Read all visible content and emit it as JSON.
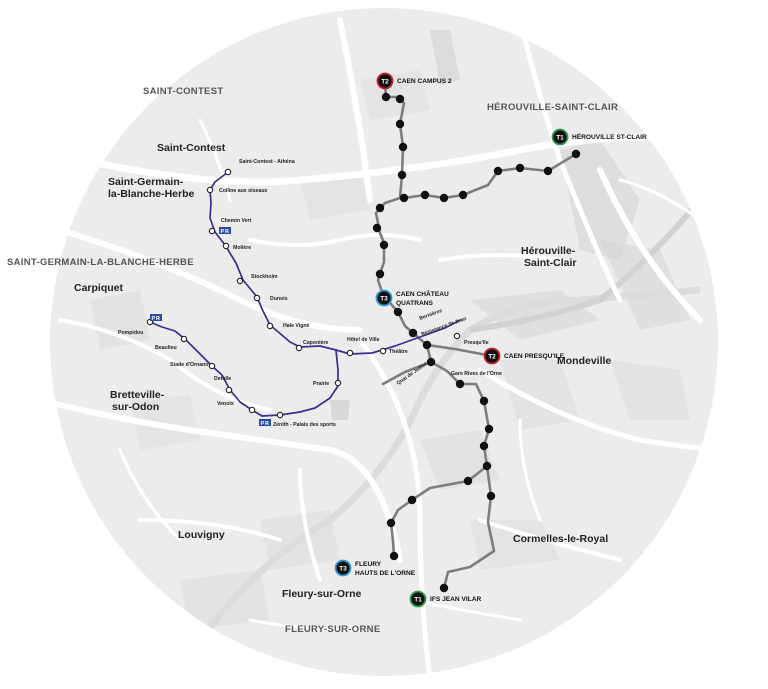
{
  "area_labels": {
    "saint_contest": "SAINT-CONTEST",
    "herouville": "HÉROUVILLE-SAINT-CLAIR",
    "saint_germain": "SAINT-GERMAIN-LA-BLANCHE-HERBE",
    "fleury": "FLEURY-SUR-ORNE"
  },
  "town_labels": {
    "saint_contest": "Saint-Contest",
    "saint_germain_1": "Saint-Germain-",
    "saint_germain_2": "la-Blanche-Herbe",
    "carpiquet": "Carpiquet",
    "bretteville_1": "Bretteville-",
    "bretteville_2": "sur-Odon",
    "louvigny": "Louvigny",
    "fleury": "Fleury-sur-Orne",
    "cormelles": "Cormelles-le-Royal",
    "mondeville": "Mondeville",
    "herouville_1": "Hérouville-",
    "herouville_2": "Saint-Clair"
  },
  "terminus": {
    "t2_campus": {
      "badge": "T2",
      "name": "CAEN CAMPUS 2"
    },
    "t1_herouville": {
      "badge": "T1",
      "name": "HÉROUVILLE ST-CLAIR"
    },
    "t3_chateau": {
      "badge": "T3",
      "name_1": "CAEN CHÂTEAU",
      "name_2": "QUATRANS"
    },
    "t2_presquile": {
      "badge": "T2",
      "name": "CAEN PRESQU'ILE"
    },
    "t3_fleury": {
      "badge": "T3",
      "name_1": "FLEURY",
      "name_2": "HAUTS DE L'ORNE"
    },
    "t1_ifs": {
      "badge": "T1",
      "name": "IFS JEAN VILAR"
    }
  },
  "stops": {
    "saint_contest_athena": "Saint-Contest - Athéna",
    "colline_aux_oiseaux": "Colline aux oiseaux",
    "chemin_vert": "Chemin Vert",
    "moliere": "Molière",
    "stockholm": "Stockholm",
    "dunois": "Dunois",
    "haie_vigne": "Haie Vigné",
    "caponiere": "Caponière",
    "hotel_de_ville": "Hôtel de Ville",
    "theatre": "Théâtre",
    "prairie": "Prairie",
    "zenith": "Zénith - Palais des sports",
    "pompidou": "Pompidou",
    "beaulieu": "Beaulieu",
    "stade_dornano": "Stade d'Ornano",
    "detolle": "Detolle",
    "venoix": "Venoix",
    "bernieres": "Bernières",
    "resistance_st_jean": "Résistance St-Jean",
    "presquile": "Presqu'île",
    "gare_rives_de_lorne": "Gare Rives de l'Orne",
    "quai_de_juillet": "Quai de Juillet"
  },
  "colors": {
    "map_background": "#ececec",
    "road": "#ffffff",
    "block": "#d6d6d6",
    "blue_line": "#3a2f8f",
    "tram_line": "#7d7d7d",
    "stop_fill": "#111111",
    "t1_ring": "#2e9e4f",
    "t2_ring": "#c0232f",
    "t3_ring": "#2a9fd6",
    "pr_blue": "#2a4aa0"
  },
  "icons": {
    "park_and_ride": "park-and-ride-icon"
  }
}
